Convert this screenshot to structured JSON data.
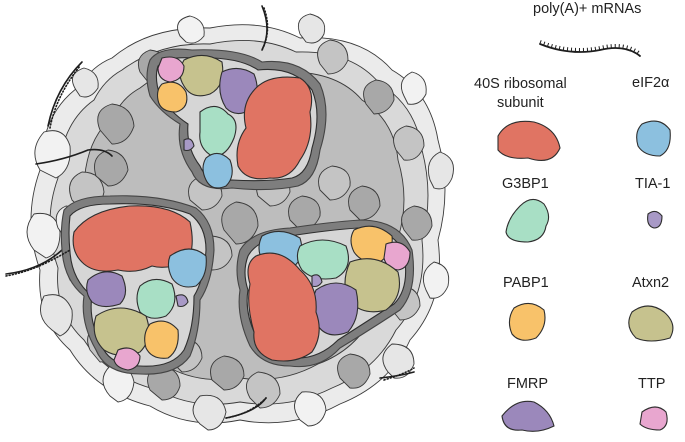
{
  "legend": {
    "mrna_title": "poly(A)+ mRNAs",
    "items": [
      {
        "id": "40s",
        "label": "40S ribosomal",
        "label2": "subunit",
        "color": "#e07463"
      },
      {
        "id": "eif2a",
        "label": "eIF2α",
        "color": "#8cc0df"
      },
      {
        "id": "g3bp1",
        "label": "G3BP1",
        "color": "#a8dfc5"
      },
      {
        "id": "tia1",
        "label": "TIA-1",
        "color": "#a899c6"
      },
      {
        "id": "pabp1",
        "label": "PABP1",
        "color": "#f8c26a"
      },
      {
        "id": "atxn2",
        "label": "Atxn2",
        "color": "#c6c28e"
      },
      {
        "id": "fmrp",
        "label": "FMRP",
        "color": "#9b88bb"
      },
      {
        "id": "ttp",
        "label": "TTP",
        "color": "#e8a6cf"
      }
    ]
  },
  "colors": {
    "outline": "#3a3a3a",
    "mesh_dark": "#a8a8a8",
    "mesh_mid": "#c4c4c4",
    "mesh_light": "#e2e2e2"
  }
}
